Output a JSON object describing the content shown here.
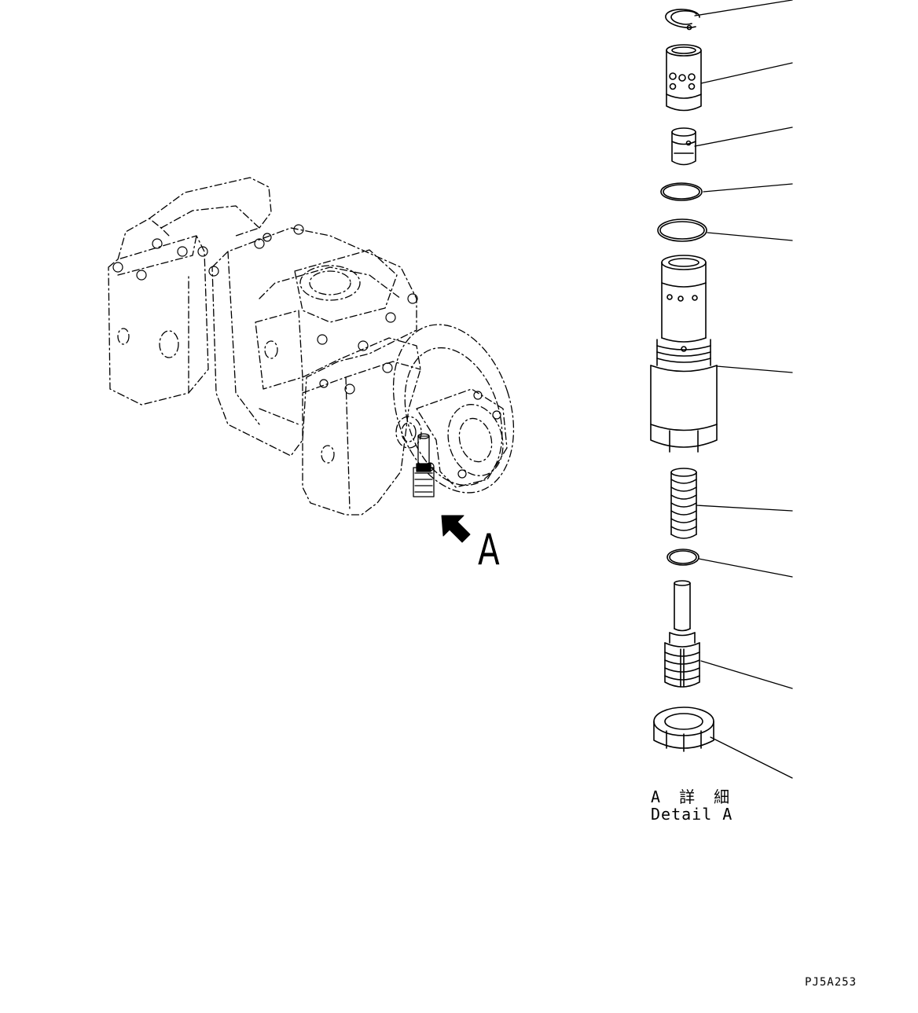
{
  "view_marker": {
    "letter": "A"
  },
  "detail": {
    "title_jp": "A 詳 細",
    "title_en": "Detail A"
  },
  "figure_code": "PJ5A253",
  "parts": [
    {
      "name": "snap-ring"
    },
    {
      "name": "sleeve"
    },
    {
      "name": "piston"
    },
    {
      "name": "o-ring"
    },
    {
      "name": "o-ring"
    },
    {
      "name": "valve-body"
    },
    {
      "name": "spring"
    },
    {
      "name": "o-ring"
    },
    {
      "name": "adjust-screw"
    },
    {
      "name": "lock-nut"
    }
  ],
  "colors": {
    "line": "#000000",
    "background": "#ffffff"
  }
}
